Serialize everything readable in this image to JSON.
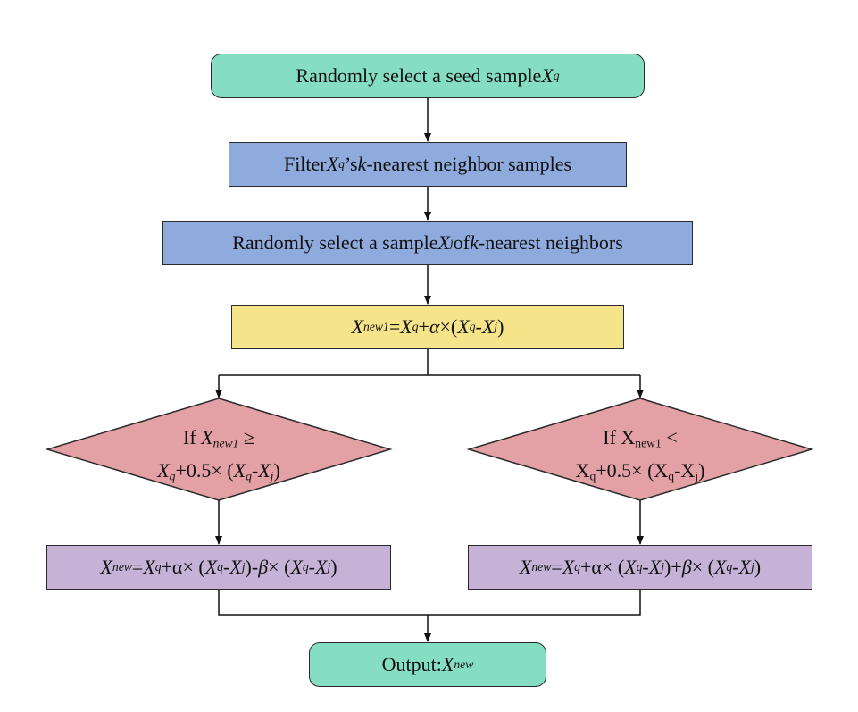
{
  "colors": {
    "terminal": "#86DEC2",
    "process": "#8FAADC",
    "formula": "#F6E48A",
    "decision": "#E3A1A6",
    "update": "#C5B2D6",
    "stroke": "#2b2b2b"
  },
  "nodes": {
    "start": {
      "text": "Randomly select a seed sample ",
      "var": "X",
      "sub": "q"
    },
    "filter": {
      "prefix": "Filter ",
      "var": "X",
      "sub": "q",
      "mid": "’s ",
      "k": "k",
      "suffix": "-nearest neighbor samples"
    },
    "select": {
      "prefix": "Randomly select a sample ",
      "var": "X",
      "sub": "j",
      "mid": " of ",
      "k": "k",
      "suffix": "-nearest neighbors"
    },
    "formula": {
      "lhs_var": "X",
      "lhs_sub": "new1",
      "eq": "=",
      "t1_var": "X",
      "t1_sub": "q",
      "plus": "+",
      "alpha": "α",
      "times": "×",
      "open": " (",
      "a_var": "X",
      "a_sub": "q",
      "minus": "-",
      "b_var": "X",
      "b_sub": "j",
      "close": ")"
    },
    "cond_left": {
      "line1_prefix": "If ",
      "line1_var": "X",
      "line1_sub": "new1",
      "line1_op": " ≥",
      "line2_var": "X",
      "line2_sub": "q",
      "line2_mid": "+0.5× (",
      "a_var": "X",
      "a_sub": "q",
      "minus": "-",
      "b_var": "X",
      "b_sub": "j",
      "close": ")"
    },
    "cond_right": {
      "line1_prefix": "If X",
      "line1_sub": "new1",
      "line1_op": " <",
      "line2_var": "X",
      "line2_sub": "q",
      "line2_mid": "+0.5× (X",
      "a_sub": "q",
      "minus": "-X",
      "b_sub": "j",
      "close": ")"
    },
    "update_left": {
      "lhs_var": "X",
      "lhs_sub": "new",
      "eq": "=",
      "t1_var": "X",
      "t1_sub": "q",
      "t2": "+α× (",
      "a_var": "X",
      "a_sub": "q",
      "minus": "-",
      "b_var": "X",
      "b_sub": "j",
      "t3": ")-",
      "beta": "β",
      "t4": "× (",
      "c_var": "X",
      "c_sub": "q",
      "minus2": "-",
      "d_var": "X",
      "d_sub": "j",
      "close": ")"
    },
    "update_right": {
      "lhs_var": "X",
      "lhs_sub": "new",
      "eq": "=",
      "t1_var": "X",
      "t1_sub": "q",
      "t2": "+α× (",
      "a_var": "X",
      "a_sub": "q",
      "minus": "-",
      "b_var": "X",
      "b_sub": "j",
      "t3": ")+",
      "beta": "β",
      "t4": "× (",
      "c_var": "X",
      "c_sub": "q",
      "minus2": "-",
      "d_var": "X",
      "d_sub": "j",
      "close": ")"
    },
    "output": {
      "prefix": "Output: ",
      "var": "X",
      "sub": "new"
    }
  }
}
